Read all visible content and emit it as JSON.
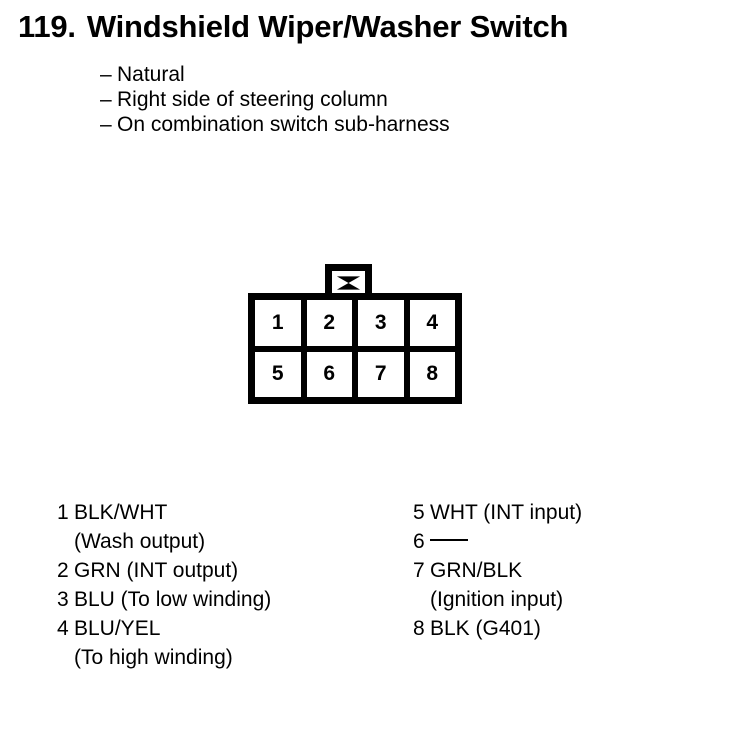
{
  "header": {
    "number": "119.",
    "title": "Windshield Wiper/Washer Switch",
    "bullets": [
      {
        "dash": "–",
        "text": "Natural"
      },
      {
        "dash": "–",
        "text": "Right side of steering column"
      },
      {
        "dash": "–",
        "text": "On combination switch sub-harness"
      }
    ]
  },
  "connector": {
    "tab_icon": "bowtie-x-keyway",
    "rows": [
      [
        "1",
        "2",
        "3",
        "4"
      ],
      [
        "5",
        "6",
        "7",
        "8"
      ]
    ]
  },
  "legend": {
    "left": [
      {
        "num": "1",
        "line1": "BLK/WHT",
        "line2": "(Wash output)"
      },
      {
        "num": "2",
        "line1": "GRN (INT output)",
        "line2": ""
      },
      {
        "num": "3",
        "line1": "BLU (To low winding)",
        "line2": ""
      },
      {
        "num": "4",
        "line1": "BLU/YEL",
        "line2": "(To high winding)"
      }
    ],
    "right": [
      {
        "num": "5",
        "line1": "WHT (INT input)",
        "line2": ""
      },
      {
        "num": "6",
        "line1": "",
        "line2": "",
        "dash": true
      },
      {
        "num": "7",
        "line1": "GRN/BLK",
        "line2": "(Ignition input)"
      },
      {
        "num": "8",
        "line1": "BLK (G401)",
        "line2": ""
      }
    ]
  },
  "colors": {
    "ink": "#000000",
    "paper": "#ffffff"
  }
}
